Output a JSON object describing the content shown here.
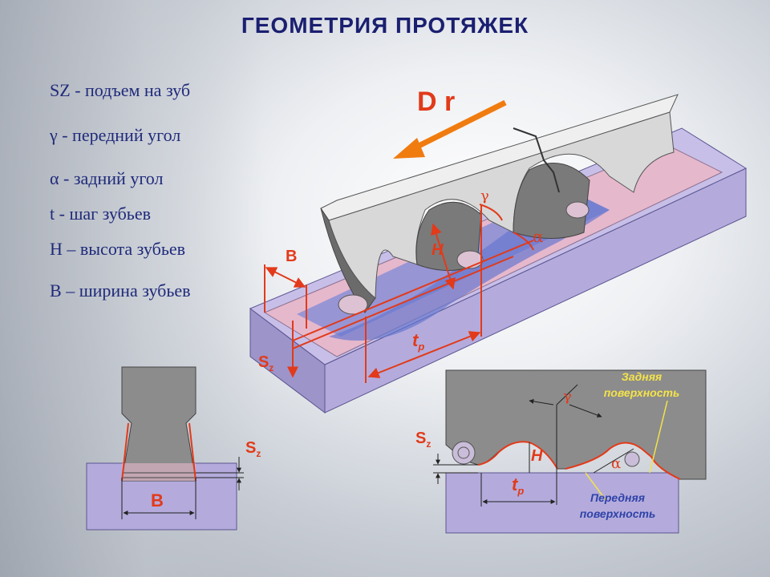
{
  "title": "ГЕОМЕТРИЯ ПРОТЯЖЕК",
  "legend": [
    {
      "sym": "SZ",
      "text": " - подъем на зуб"
    },
    {
      "sym": "γ",
      "text": " - передний угол"
    },
    {
      "sym": "α",
      "text": " - задний угол"
    },
    {
      "sym": "t",
      "text": " - шаг зубьев"
    },
    {
      "sym": "H",
      "text": " – высота зубьев"
    },
    {
      "sym": "B",
      "text": " – ширина зубьев"
    }
  ],
  "labels": {
    "dr": "D r",
    "B": "B",
    "H": "H",
    "gamma": "γ",
    "alpha": "α",
    "tp": "t",
    "tp_sub": "p",
    "sz": "S",
    "sz_sub": "z",
    "back_surface_1": "Задняя",
    "back_surface_2": "поверхность",
    "front_surface_1": "Передняя",
    "front_surface_2": "поверхность"
  },
  "colors": {
    "title": "#1a1f70",
    "legend": "#1f2a7a",
    "dimension": "#e23a1a",
    "arrow": "#f07c10",
    "tool": "#8c8c8c",
    "tool_light": "#dcdcdc",
    "workpiece": "#b7aedd",
    "cut_layer": "#e9b4c4"
  }
}
